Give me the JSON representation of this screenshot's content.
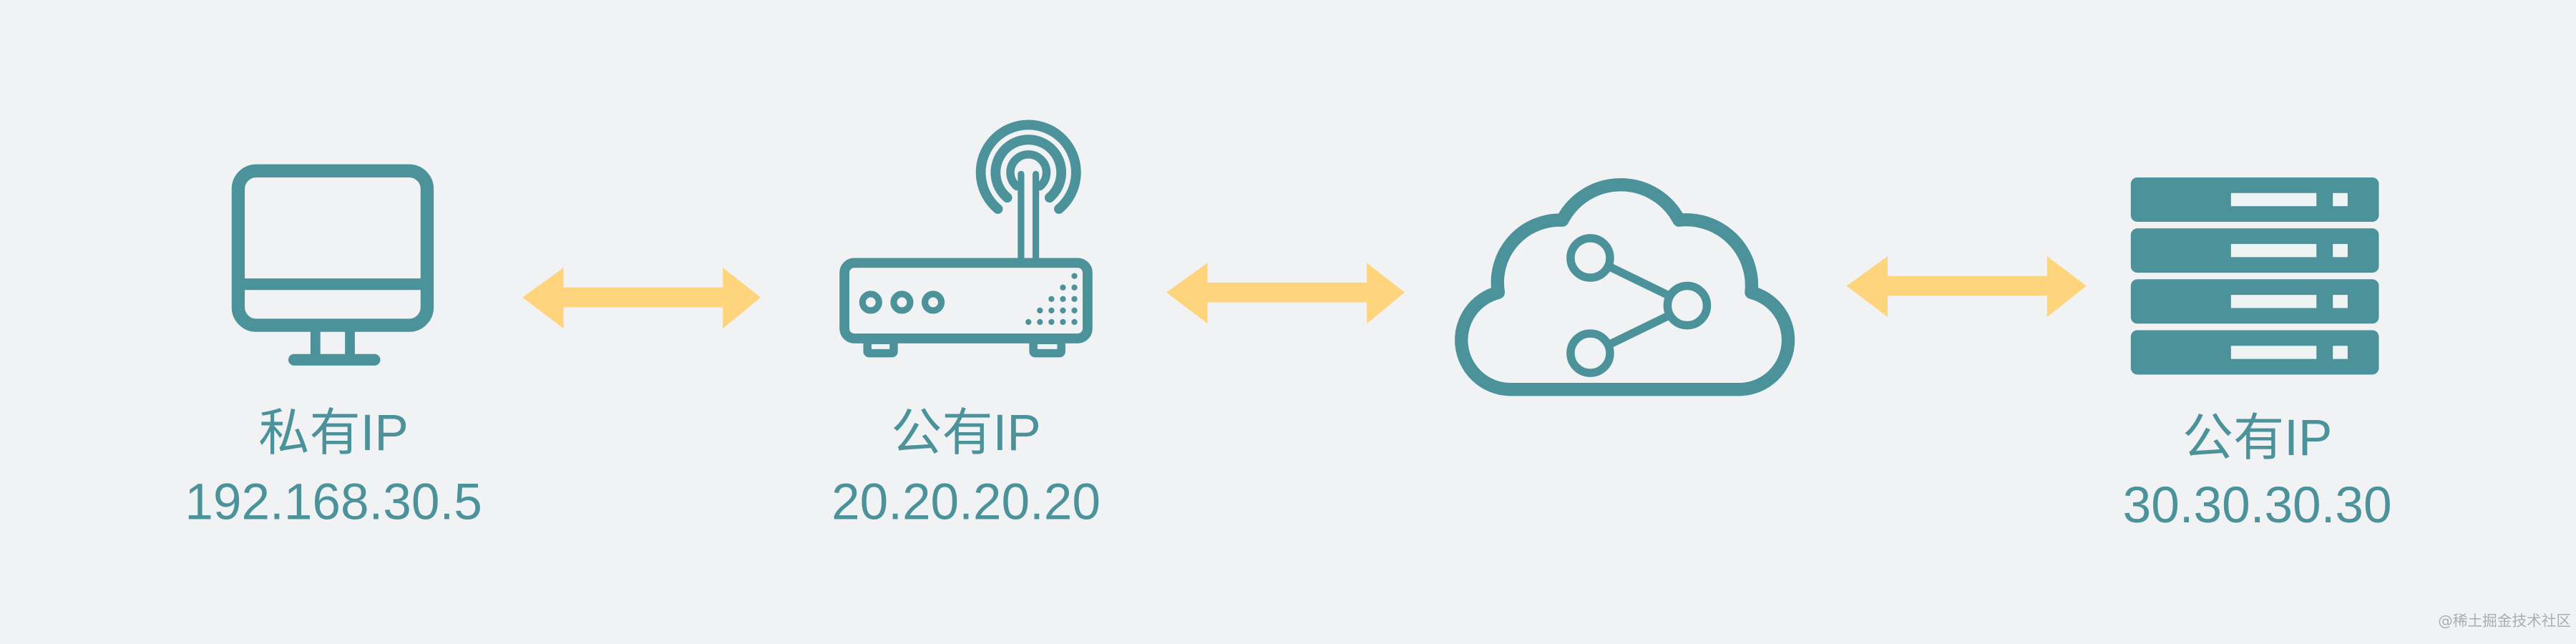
{
  "client": {
    "label": "私有IP",
    "ip": "192.168.30.5",
    "icon": "monitor-icon"
  },
  "router": {
    "label": "公有IP",
    "ip": "20.20.20.20",
    "icon": "router-icon"
  },
  "internet": {
    "icon": "cloud-network-icon"
  },
  "server": {
    "label": "公有IP",
    "ip": "30.30.30.30",
    "icon": "server-icon"
  },
  "connector_icon": "double-arrow-icon",
  "watermark": "@稀土掘金技术社区",
  "colors": {
    "background": "#f0f2f4",
    "primary": "#4c929a",
    "arrow": "#fed47d",
    "watermark": "#a9aeb4"
  }
}
